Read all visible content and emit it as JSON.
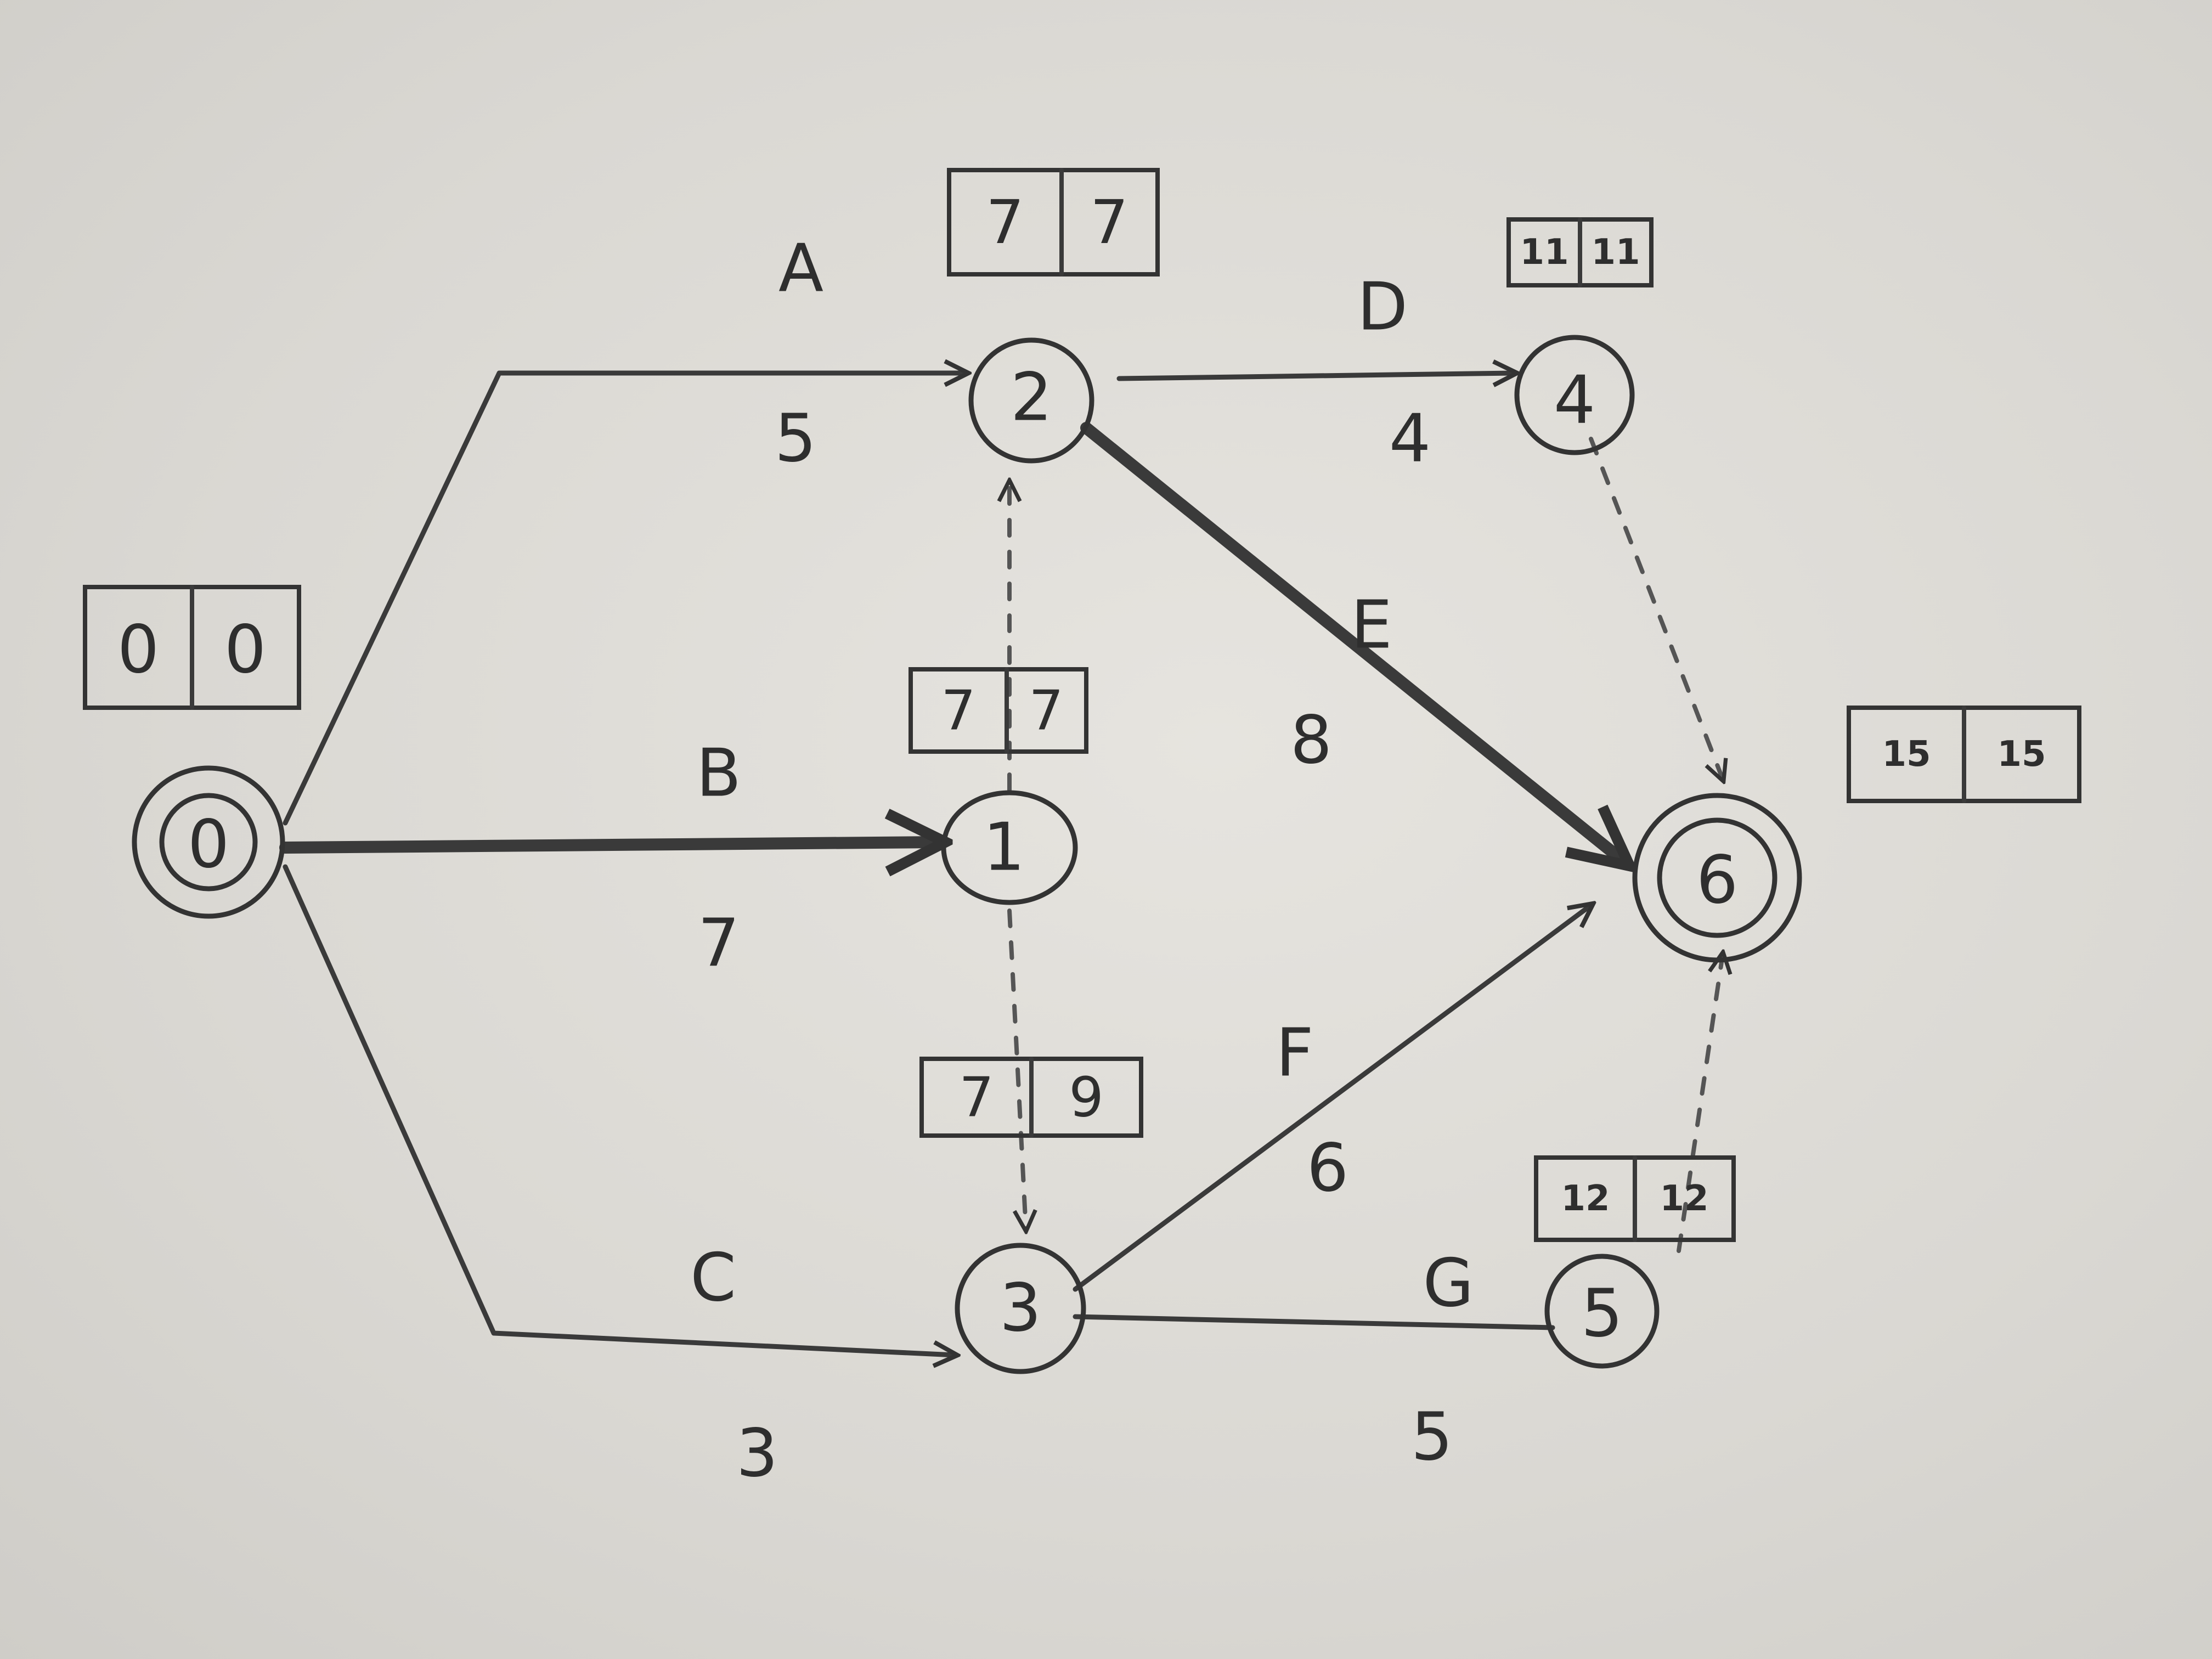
{
  "nodes": [
    {
      "id": "0",
      "label": "0",
      "es": "0",
      "ls": "0"
    },
    {
      "id": "1",
      "label": "1",
      "es": "7",
      "ls": "7"
    },
    {
      "id": "2",
      "label": "2",
      "es": "7",
      "ls": "7"
    },
    {
      "id": "3",
      "label": "3",
      "es": "7",
      "ls": "9"
    },
    {
      "id": "4",
      "label": "4",
      "es": "11",
      "ls": "11"
    },
    {
      "id": "5",
      "label": "5",
      "es": "12",
      "ls": "12"
    },
    {
      "id": "6",
      "label": "6",
      "es": "15",
      "ls": "15"
    }
  ],
  "activities": [
    {
      "name": "A",
      "duration": "5",
      "from": "0",
      "to": "2",
      "critical": false
    },
    {
      "name": "B",
      "duration": "7",
      "from": "0",
      "to": "1",
      "critical": true
    },
    {
      "name": "C",
      "duration": "3",
      "from": "0",
      "to": "3",
      "critical": false
    },
    {
      "name": "D",
      "duration": "4",
      "from": "2",
      "to": "4",
      "critical": false
    },
    {
      "name": "E",
      "duration": "8",
      "from": "2",
      "to": "6",
      "critical": true
    },
    {
      "name": "F",
      "duration": "6",
      "from": "3",
      "to": "6",
      "critical": false
    },
    {
      "name": "G",
      "duration": "5",
      "from": "3",
      "to": "5",
      "critical": false
    }
  ],
  "dummies": [
    {
      "from": "1",
      "to": "2"
    },
    {
      "from": "1",
      "to": "3"
    },
    {
      "from": "4",
      "to": "6"
    },
    {
      "from": "5",
      "to": "6"
    }
  ]
}
